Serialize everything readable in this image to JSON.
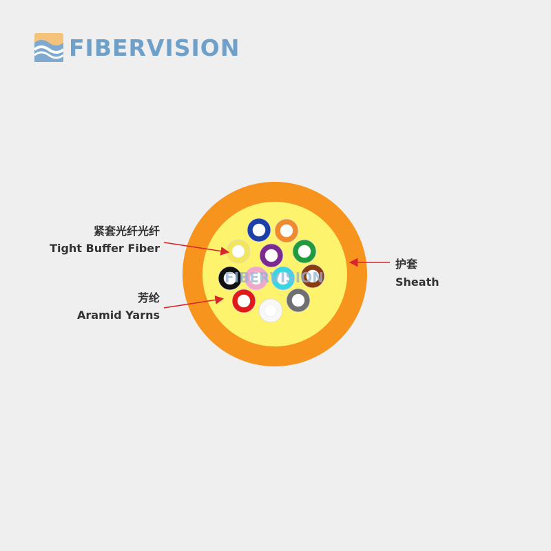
{
  "brand": {
    "name": "FIBERVISION",
    "color": "#6ea0c9",
    "accent": "#f0b060"
  },
  "watermark": "FIBERVISION",
  "labels": {
    "tight_buffer_cn": "紧套光纤光纤",
    "tight_buffer_en": "Tight Buffer Fiber",
    "aramid_cn": "芳纶",
    "aramid_en": "Aramid Yarns",
    "sheath_cn": "护套",
    "sheath_en": "Sheath"
  },
  "colors": {
    "sheath": "#f7941d",
    "aramid": "#fdf36d",
    "arrow": "#d7262b"
  },
  "fibers": [
    {
      "color": "#1d3fa8"
    },
    {
      "color": "#f08a2c"
    },
    {
      "color": "#f4e65a"
    },
    {
      "color": "#7b2a8f"
    },
    {
      "color": "#1f9a3c"
    },
    {
      "color": "#111111"
    },
    {
      "color": "#f2a8c8"
    },
    {
      "color": "#38d5e5"
    },
    {
      "color": "#8a3b12"
    },
    {
      "color": "#e01a1a"
    },
    {
      "color": "#f8f8f8"
    },
    {
      "color": "#6f6f6f"
    }
  ]
}
